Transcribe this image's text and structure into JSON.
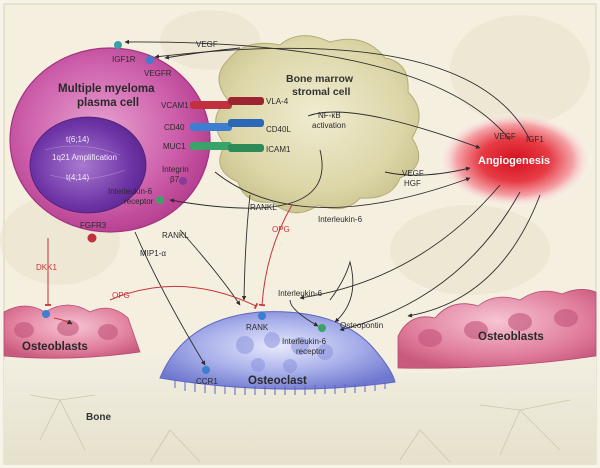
{
  "diagram": {
    "cells": {
      "myeloma": "Multiple myeloma plasma cell",
      "myeloma_line1": "Multiple myeloma",
      "myeloma_line2": "plasma cell",
      "stromal_line1": "Bone marrow",
      "stromal_line2": "stromal cell",
      "angiogenesis": "Angiogenesis",
      "osteoblasts_left": "Osteoblasts",
      "osteoblasts_right": "Osteoblasts",
      "osteoclast": "Osteoclast",
      "bone": "Bone"
    },
    "myeloma_labels": {
      "igf1r": "IGF1R",
      "vegfr": "VEGFR",
      "vcam1": "VCAM1",
      "cd40": "CD40",
      "muc1": "MUC1",
      "t614": "t(6;14)",
      "amp1q21": "1q21 Amplification",
      "t414": "t(4;14)",
      "integrin_line1": "Integrin",
      "integrin_line2": "β7",
      "il6r_line1": "Interleukin-6",
      "il6r_line2": "receptor",
      "fgfr3": "FGFR3"
    },
    "stromal_labels": {
      "vla4": "VLA-4",
      "cd40l": "CD40L",
      "icam1": "ICAM1",
      "nfkb_line1": "NF-κB",
      "nfkb_line2": "activation"
    },
    "signals": {
      "vegf_top": "VEGF",
      "vegf_ang": "VEGF",
      "igf1": "IGF1",
      "vegf_hgf_line1": "VEGF",
      "vegf_hgf_line2": "HGF",
      "rankl_stromal": "RANKL",
      "opg_stromal": "OPG",
      "il6_stromal": "Interleukin-6",
      "rankl_myeloma": "RANKL",
      "mip1a": "MIP1-α",
      "dkk1": "DKK1",
      "opg_osteoblast": "OPG",
      "il6_osteoclast": "Interleukin-6",
      "rank": "RANK",
      "il6r_oc_line1": "Interleukin-6",
      "il6r_oc_line2": "receptor",
      "osteopontin": "Osteopontin",
      "ccr1": "CCR1"
    },
    "colors": {
      "myeloma": "#c4479a",
      "nucleus": "#6a2fa0",
      "stromal": "#d9d3a2",
      "angiogenesis": "#e01d2a",
      "osteoblast": "#e58aa6",
      "osteoclast": "#7b85d6",
      "vcam_vla4": "#c0303e",
      "cd40": "#3c7fd0",
      "icam": "#3aa36a",
      "inhibitor": "#c8333a"
    }
  }
}
